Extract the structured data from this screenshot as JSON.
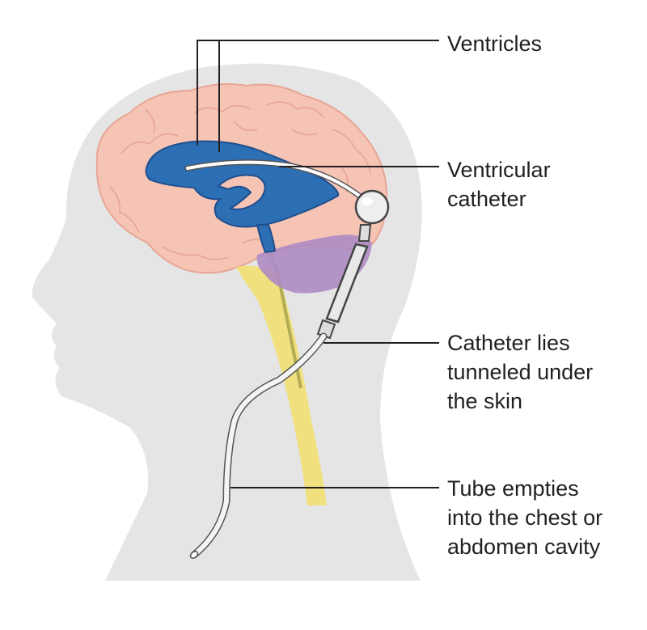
{
  "labels": {
    "ventricles": [
      "Ventricles"
    ],
    "ventricular_catheter": [
      "Ventricular",
      "catheter"
    ],
    "catheter_tunneled": [
      "Catheter lies",
      "tunneled under",
      "the skin"
    ],
    "tube_empties": [
      "Tube empties",
      "into the chest or",
      "abdomen cavity"
    ]
  },
  "colors": {
    "head": "#e5e5e5",
    "brain": "#f5c4b5",
    "brain_outline": "#e8a493",
    "ventricles": "#2d6fb5",
    "ventricle_outline": "#1f4e8c",
    "cerebellum": "#ae8bc3",
    "spinal_cord": "#f2df6c",
    "catheter": "#ffffff",
    "catheter_outline": "#555555",
    "leader_line": "#231f20",
    "text": "#231f20"
  }
}
